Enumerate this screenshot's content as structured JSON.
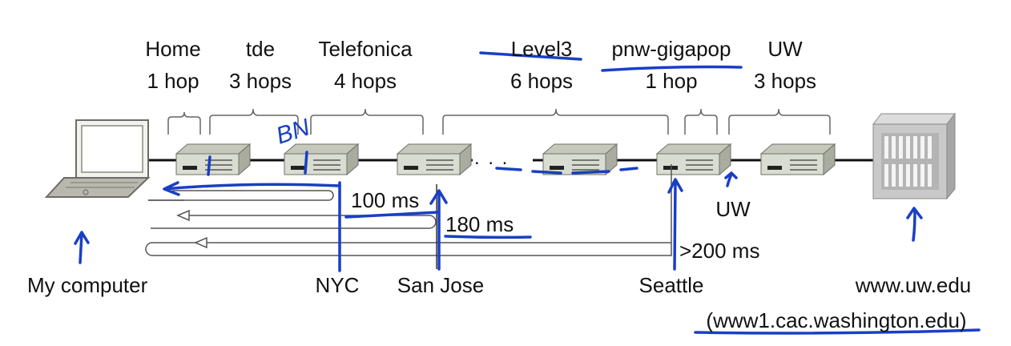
{
  "segments": [
    {
      "name": "Home",
      "hops": "1 hop"
    },
    {
      "name": "tde",
      "hops": "3 hops"
    },
    {
      "name": "Telefonica",
      "hops": "4 hops"
    },
    {
      "name": "Level3",
      "hops": "6 hops"
    },
    {
      "name": "pnw-gigapop",
      "hops": "1 hop"
    },
    {
      "name": "UW",
      "hops": "3 hops"
    }
  ],
  "ellipsis": ". . .",
  "latencies": {
    "nyc": "100 ms",
    "sanjose": "180 ms",
    "seattle": ">200 ms"
  },
  "locations": {
    "my_computer": "My computer",
    "nyc": "NYC",
    "sanjose": "San Jose",
    "seattle": "Seattle",
    "uw_router": "UW",
    "server": "www.uw.edu",
    "server_alias": "(www1.cac.washington.edu)"
  },
  "annotations": {
    "handwriting": "BN"
  },
  "colors": {
    "ink": "#1a3fc4",
    "router_body": "#d9dcd0",
    "router_top": "#c5c8bb",
    "laptop": "#8a8a80",
    "server": "#c9c9c9"
  },
  "icons": [
    "laptop-icon",
    "router-icon",
    "server-icon"
  ]
}
